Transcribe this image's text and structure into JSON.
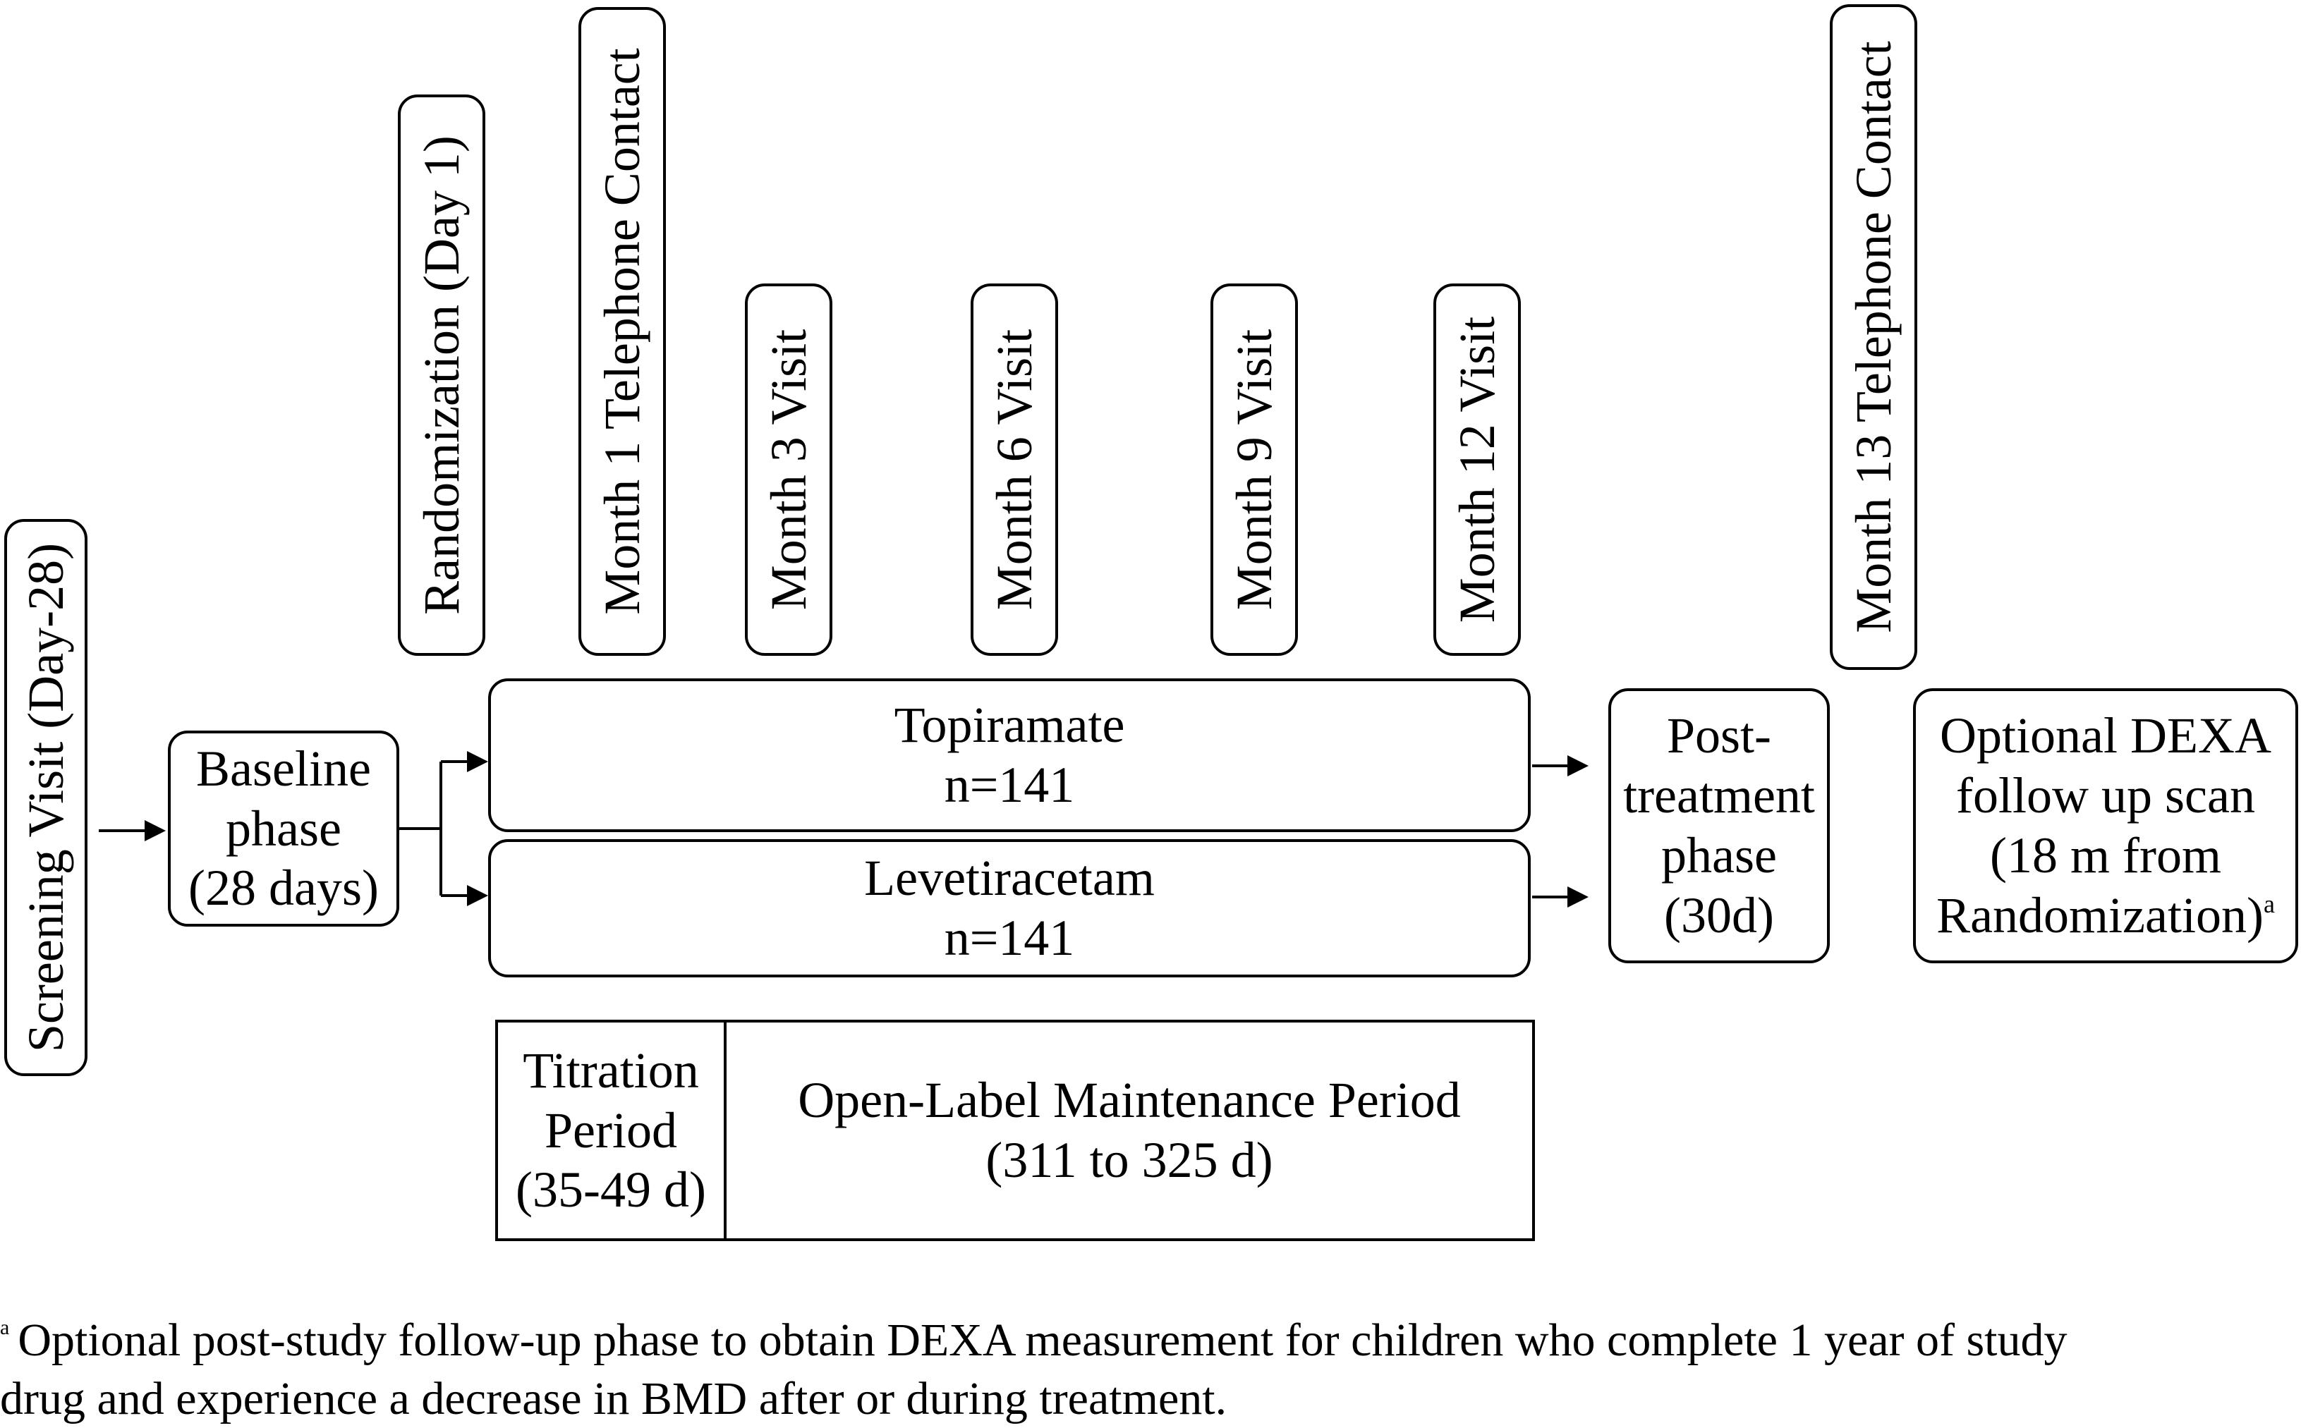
{
  "screening": {
    "label": "Screening Visit (Day-28)"
  },
  "baseline": {
    "lines": [
      "Baseline",
      "phase",
      "(28 days)"
    ]
  },
  "timepoints": {
    "randomization": "Randomization (Day 1)",
    "month1": "Month 1 Telephone Contact",
    "month3": "Month 3 Visit",
    "month6": "Month 6 Visit",
    "month9": "Month 9 Visit",
    "month12": "Month 12 Visit",
    "month13": "Month 13 Telephone Contact"
  },
  "arms": {
    "topiramate": {
      "name": "Topiramate",
      "n": "n=141"
    },
    "levetiracetam": {
      "name": "Levetiracetam",
      "n": "n=141"
    }
  },
  "post_treatment": {
    "lines": [
      "Post-",
      "treatment",
      "phase",
      "(30d)"
    ]
  },
  "dexa": {
    "lines": [
      "Optional DEXA",
      "follow up scan",
      "(18 m from",
      "Randomization)"
    ],
    "footnote_marker": "a"
  },
  "periods": {
    "titration": {
      "lines": [
        "Titration",
        "Period",
        "(35-49 d)"
      ]
    },
    "maintenance": {
      "lines": [
        "Open-Label Maintenance Period",
        "(311 to 325 d)"
      ]
    }
  },
  "footnote": {
    "marker": "a",
    "lines": [
      "Optional post-study follow-up phase to obtain DEXA measurement for children who complete 1 year of study",
      "drug and experience a decrease in BMD after or during treatment."
    ]
  }
}
